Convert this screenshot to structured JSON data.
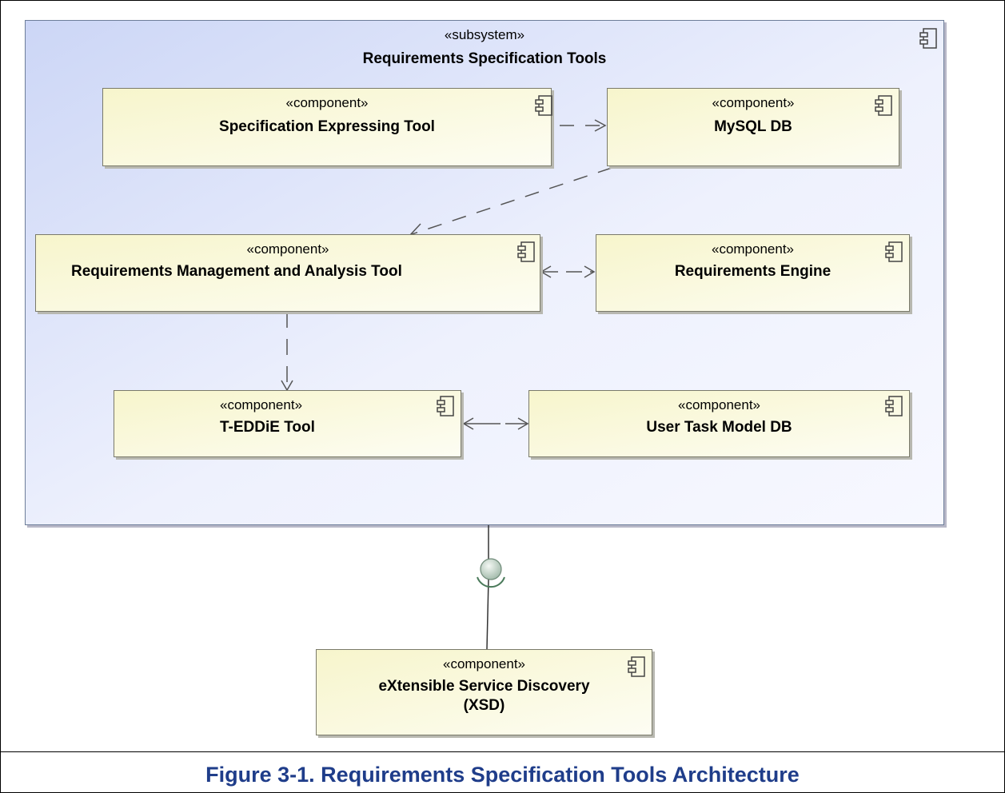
{
  "caption": "Figure 3-1. Requirements Specification Tools Architecture",
  "subsystem": {
    "stereotype": "«subsystem»",
    "name": "Requirements Specification Tools"
  },
  "components": {
    "spec_tool": {
      "stereotype": "«component»",
      "name": "Specification Expressing Tool"
    },
    "mysql_db": {
      "stereotype": "«component»",
      "name": "MySQL DB"
    },
    "req_mgmt": {
      "stereotype": "«component»",
      "name": "Requirements Management and Analysis Tool"
    },
    "req_engine": {
      "stereotype": "«component»",
      "name": "Requirements Engine"
    },
    "teddie": {
      "stereotype": "«component»",
      "name": "T-EDDiE Tool"
    },
    "user_task_db": {
      "stereotype": "«component»",
      "name": "User Task Model DB"
    },
    "xsd": {
      "stereotype": "«component»",
      "name_line1": "eXtensible Service Discovery",
      "name_line2": "(XSD)"
    }
  },
  "colors": {
    "component_fill": "#f7f5cc",
    "subsystem_fill": "#ccd6f6",
    "caption": "#1f3d8a",
    "connector": "#555555",
    "interface_fill": "#c4d8cc"
  }
}
